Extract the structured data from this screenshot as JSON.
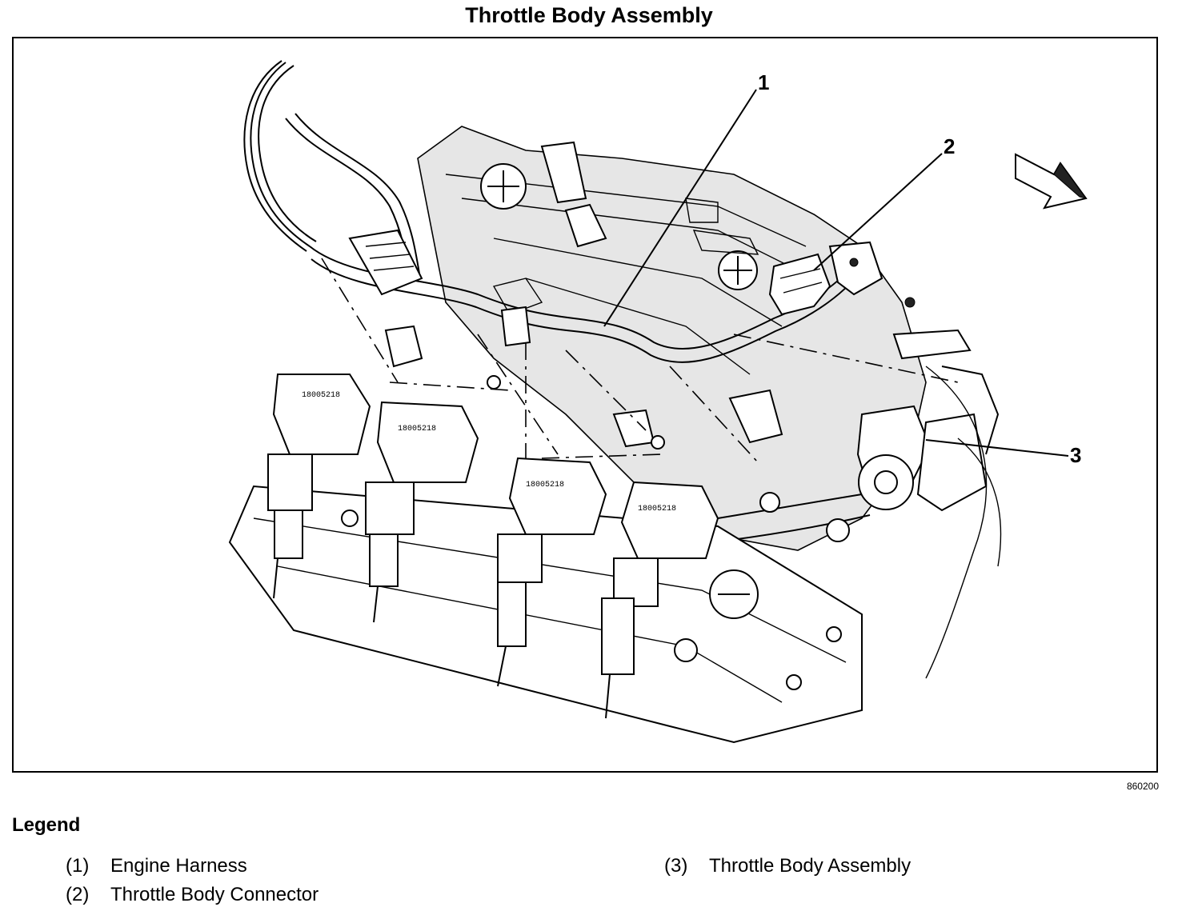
{
  "title": "Throttle Body Assembly",
  "figure_id": "860200",
  "callouts": [
    {
      "label": "1",
      "part": "Engine Harness"
    },
    {
      "label": "2",
      "part": "Throttle Body Connector"
    },
    {
      "label": "3",
      "part": "Throttle Body Assembly"
    }
  ],
  "legend": {
    "heading": "Legend",
    "items": [
      {
        "num": "(1)",
        "text": "Engine Harness"
      },
      {
        "num": "(2)",
        "text": "Throttle Body Connector"
      },
      {
        "num": "(3)",
        "text": "Throttle Body Assembly"
      }
    ]
  },
  "coil_label": "18005218"
}
